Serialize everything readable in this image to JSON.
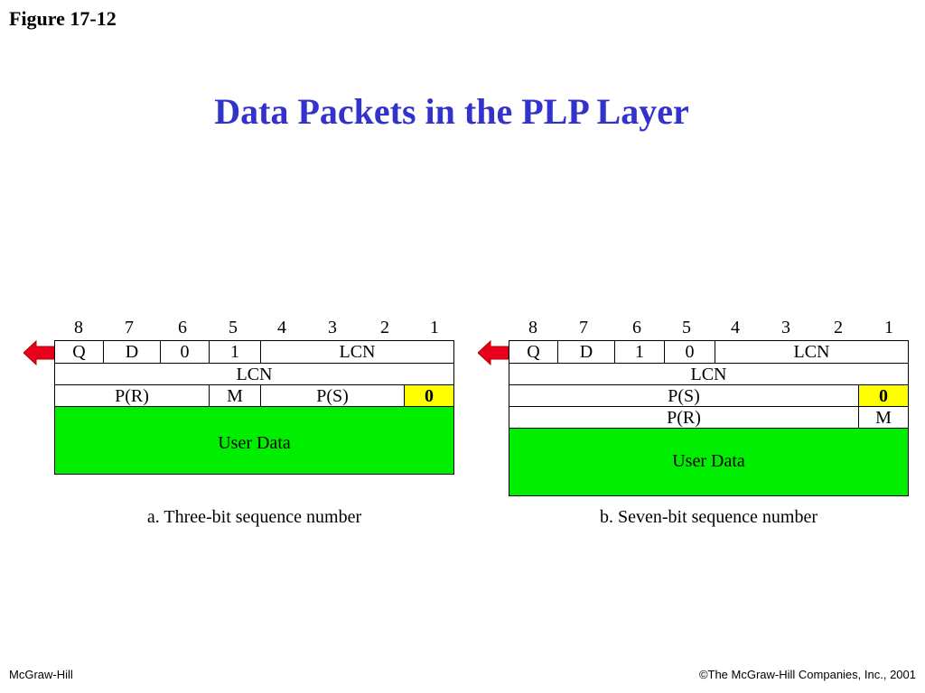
{
  "figure_label": "Figure 17-12",
  "title": "Data Packets in the PLP Layer",
  "bits": [
    "8",
    "7",
    "6",
    "5",
    "4",
    "3",
    "2",
    "1"
  ],
  "diagram_a": {
    "row1": {
      "q": "Q",
      "d": "D",
      "b6": "0",
      "b5": "1",
      "lcn": "LCN"
    },
    "row2": {
      "lcn": "LCN"
    },
    "row3": {
      "pr": "P(R)",
      "m": "M",
      "ps": "P(S)",
      "b1": "0"
    },
    "data": "User Data",
    "caption": "a. Three-bit sequence number"
  },
  "diagram_b": {
    "row1": {
      "q": "Q",
      "d": "D",
      "b6": "1",
      "b5": "0",
      "lcn": "LCN"
    },
    "row2": {
      "lcn": "LCN"
    },
    "row3": {
      "ps": "P(S)",
      "b1": "0"
    },
    "row4": {
      "pr": "P(R)",
      "m": "M"
    },
    "data": "User Data",
    "caption": "b. Seven-bit sequence number"
  },
  "colors": {
    "title": "#3333cc",
    "highlight": "#ffff00",
    "data": "#00ee00",
    "arrow": "#e8001c"
  },
  "footer": {
    "left": "McGraw-Hill",
    "right": "©The McGraw-Hill Companies, Inc., 2001"
  }
}
